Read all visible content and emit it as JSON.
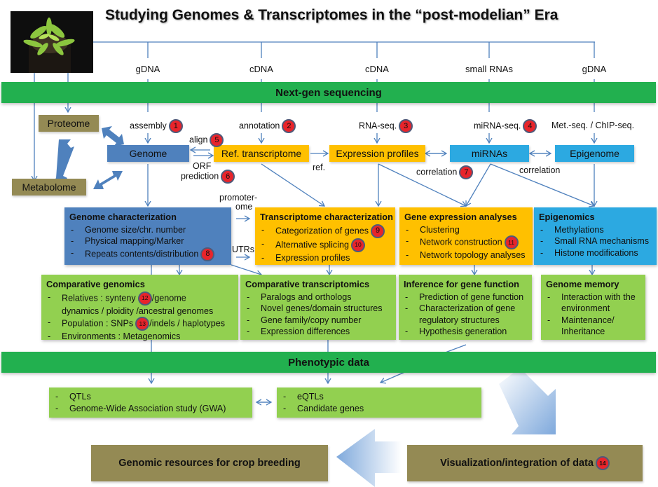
{
  "title": "Studying Genomes & Transcriptomes in the “post-modelian” Era",
  "sources": [
    "gDNA",
    "cDNA",
    "cDNA",
    "small RNAs",
    "gDNA"
  ],
  "bands": {
    "sequencing": "Next-gen sequencing",
    "phenotypic": "Phenotypic data"
  },
  "methods": {
    "assembly": "assembly",
    "annotation": "annotation",
    "rnaseq": "RNA-seq.",
    "mirnaseq": "miRNA-seq.",
    "metchip": "Met.-seq. / ChIP-seq.",
    "align": "align",
    "orf_line1": "ORF",
    "orf_line2": "prediction",
    "ref": "ref.",
    "correlation1": "correlation",
    "correlation2": "correlation",
    "promoterome_line1": "promoter-",
    "promoterome_line2": "ome",
    "utrs": "UTRs"
  },
  "nodes": {
    "proteome": "Proteome",
    "metabolome": "Metabolome",
    "genome": "Genome",
    "ref_transcriptome": "Ref. transcriptome",
    "expression_profiles": "Expression profiles",
    "mirnas": "miRNAs",
    "epigenome": "Epigenome"
  },
  "badges": [
    "1",
    "2",
    "3",
    "4",
    "5",
    "6",
    "7",
    "8",
    "9",
    "10",
    "11",
    "12",
    "13",
    "14"
  ],
  "panels": {
    "genome_char": {
      "title": "Genome characterization",
      "items": [
        "Genome size/chr. number",
        "Physical mapping/Marker",
        "Repeats contents/distribution"
      ]
    },
    "transcriptome_char": {
      "title": "Transcriptome characterization",
      "items": [
        "Categorization of genes",
        "Alternative splicing",
        "Expression  profiles"
      ]
    },
    "gene_expr": {
      "title": "Gene expression analyses",
      "items": [
        "Clustering",
        "Network construction",
        "Network topology analyses"
      ]
    },
    "epigenomics": {
      "title": "Epigenomics",
      "items": [
        "Methylations",
        "Small RNA mechanisms",
        "Histone modifications"
      ]
    },
    "comp_genomics": {
      "title": "Comparative genomics",
      "items": [
        "Relatives : synteny",
        "/genome",
        "dynamics  / ploidity /ancestral genomes",
        "Population : SNPs",
        "/indels / haplotypes",
        "Environments : Metagenomics"
      ]
    },
    "comp_transcriptomics": {
      "title": "Comparative transcriptomics",
      "items": [
        "Paralogs and orthologs",
        "Novel genes/domain structures",
        "Gene family/copy number",
        "Expression differences"
      ]
    },
    "inference": {
      "title": "Inference for gene function",
      "items": [
        "Prediction of gene function",
        "Characterization of gene",
        "regulatory structures",
        "Hypothesis generation"
      ]
    },
    "genome_memory": {
      "title": "Genome memory",
      "items": [
        "Interaction with the",
        "environment",
        "Maintenance/",
        "Inheritance"
      ]
    },
    "qtl": {
      "items": [
        "QTLs",
        "Genome-Wide Association study (GWA)"
      ]
    },
    "eqtl": {
      "items": [
        "eQTLs",
        "Candidate genes"
      ]
    }
  },
  "outputs": {
    "crop_breeding": "Genomic resources for crop  breeding",
    "visualization": "Visualization/integration of data"
  },
  "colors": {
    "band_green": "#22b04f",
    "olive": "#948a54",
    "genome_blue": "#4f81bd",
    "transcriptome_yellow": "#ffc000",
    "mirna_cyan": "#2ca9e1",
    "panel_green": "#92d050",
    "badge_red": "#e8242b",
    "line_blue": "#4f81bd"
  }
}
